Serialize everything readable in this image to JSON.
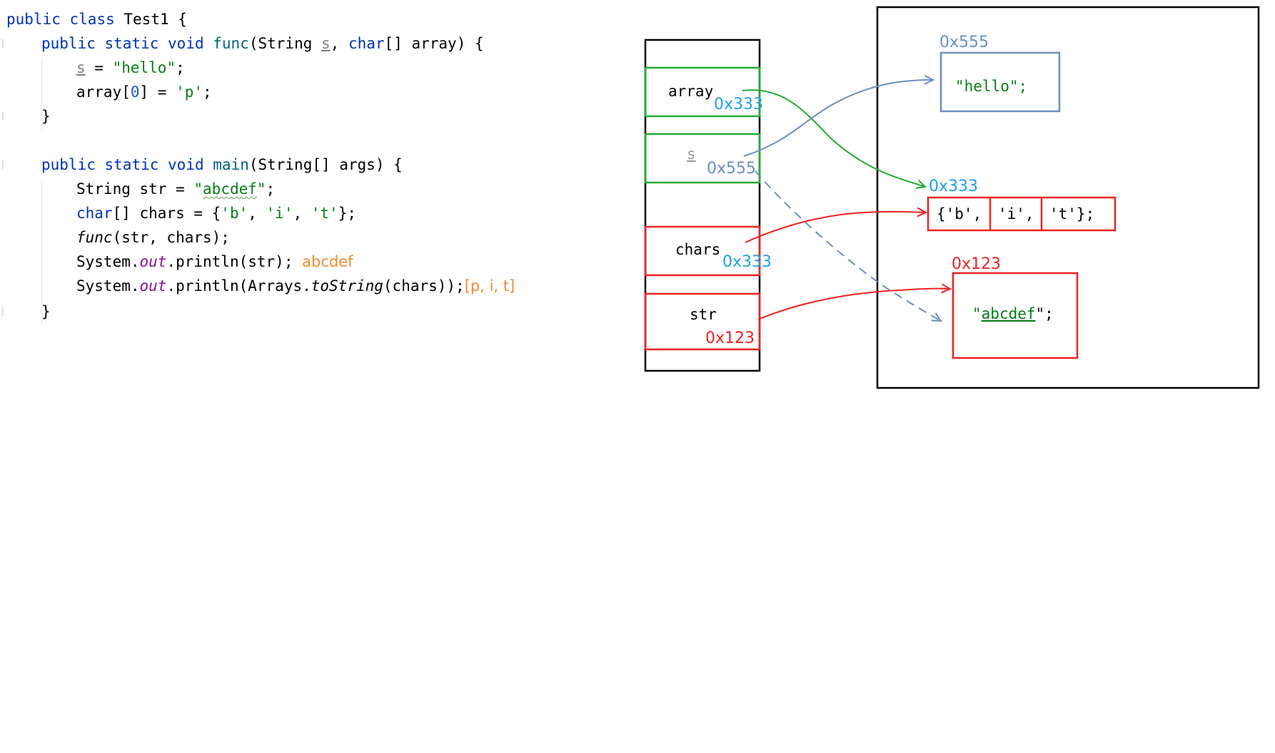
{
  "code": {
    "tokens": {
      "public": "public",
      "class": "class",
      "static": "static",
      "void": "void",
      "char": "char",
      "class_name": "Test1",
      "open_brace": "{",
      "close_brace": "}",
      "func_name": "func",
      "main_name": "main",
      "String": "String",
      "param_s": "s",
      "comma_space": ", ",
      "char_array": "[] array) {",
      "paren_open": "(",
      "hello_lit": "\"hello\"",
      "semicolon": ";",
      "assign": " = ",
      "array_idx_a": "array[",
      "zero": "0",
      "array_idx_b": "] = ",
      "p_lit": "'p'",
      "main_params": "(String[] args) {",
      "str_decl": "String str = ",
      "q": "\"",
      "abcdef": "abcdef",
      "chars_decl_a": "[] chars = {",
      "b_lit": "'b'",
      "i_lit": "'i'",
      "t_lit": "'t'",
      "close_init": "};",
      "func_call_args": "(str, chars);",
      "system": "System.",
      "out": "out",
      "println_str": ".println(str);",
      "println_arrays_a": ".println(Arrays.",
      "toString": "toString",
      "println_arrays_b": "(chars));"
    },
    "output_1": "abcdef",
    "output_2": "[p, i, t]"
  },
  "stack": {
    "array_label": "array",
    "array_addr": "0x333",
    "s_label": "s",
    "s_addr": "0x555",
    "chars_label": "chars",
    "chars_addr": "0x333",
    "str_label": "str",
    "str_addr": "0x123"
  },
  "heap": {
    "hello_addr": "0x555",
    "hello_text": "\"hello\";",
    "array_addr": "0x333",
    "arr_cell_1": "{'b',",
    "arr_cell_2": "'i',",
    "arr_cell_3": "'t'};",
    "abcdef_addr": "0x123",
    "abcdef_q": "\"",
    "abcdef_text": "abcdef",
    "abcdef_end": "\";"
  },
  "colors": {
    "green": "#22aa33",
    "red": "#ee2222",
    "blue": "#6b8fbf",
    "cyan": "#1ea1e8",
    "orange": "#f28a30"
  }
}
